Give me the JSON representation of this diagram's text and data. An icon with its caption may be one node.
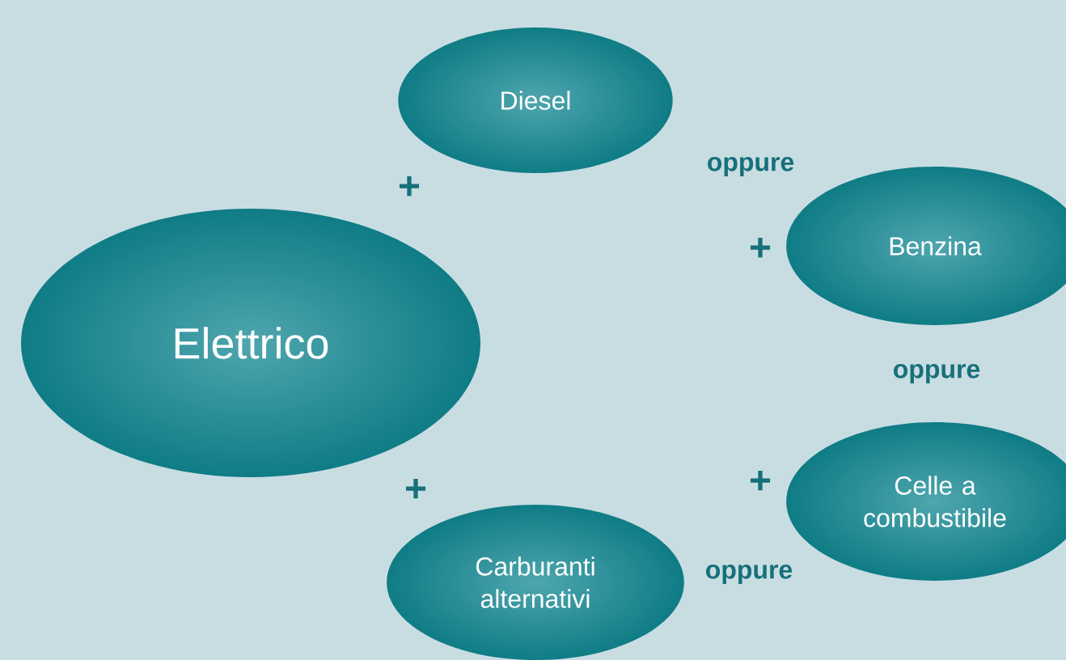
{
  "diagram": {
    "nodes": [
      {
        "text": [
          "Elettrico"
        ]
      },
      {
        "text": [
          "Diesel"
        ]
      },
      {
        "text": [
          "Benzina"
        ]
      },
      {
        "text": [
          "Celle a combustibile"
        ]
      },
      {
        "text": [
          "Carburanti alternativi"
        ]
      }
    ],
    "labels": [
      "oppure",
      "+",
      "+",
      "oppure",
      "+",
      "+",
      "oppure"
    ]
  }
}
